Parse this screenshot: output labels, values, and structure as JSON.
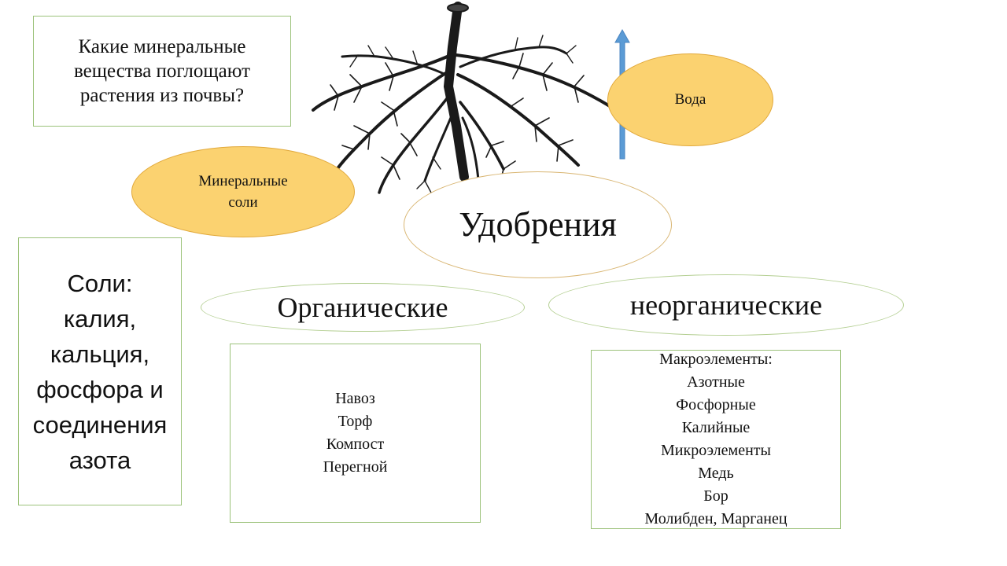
{
  "question": {
    "lines": [
      "Какие минеральные",
      "вещества поглощают",
      "растения из почвы?"
    ]
  },
  "mineral_salts": {
    "lines": [
      "Минеральные",
      "соли"
    ]
  },
  "water": {
    "label": "Вода"
  },
  "fertilizers": {
    "label": "Удобрения"
  },
  "salts": {
    "lines": [
      "Соли:",
      "калия,",
      "кальция,",
      "фосфора и",
      "соединения",
      "азота"
    ]
  },
  "organic": {
    "label": "Органические",
    "items": [
      "Навоз",
      "Торф",
      "Компост",
      "Перегной"
    ]
  },
  "inorganic": {
    "label": "неорганические",
    "items": [
      "Макроэлементы:",
      "Азотные",
      "Фосфорные",
      "Калийные",
      "Микроэлементы",
      "Медь",
      "Бор",
      "Молибден, Марганец"
    ]
  },
  "icons": {
    "roots": "plant-roots-illustration",
    "arrow": "up-arrow-icon"
  },
  "colors": {
    "orange_fill": "#fbd270",
    "box_border": "#9cc27a",
    "arrow": "#5b9bd5"
  }
}
